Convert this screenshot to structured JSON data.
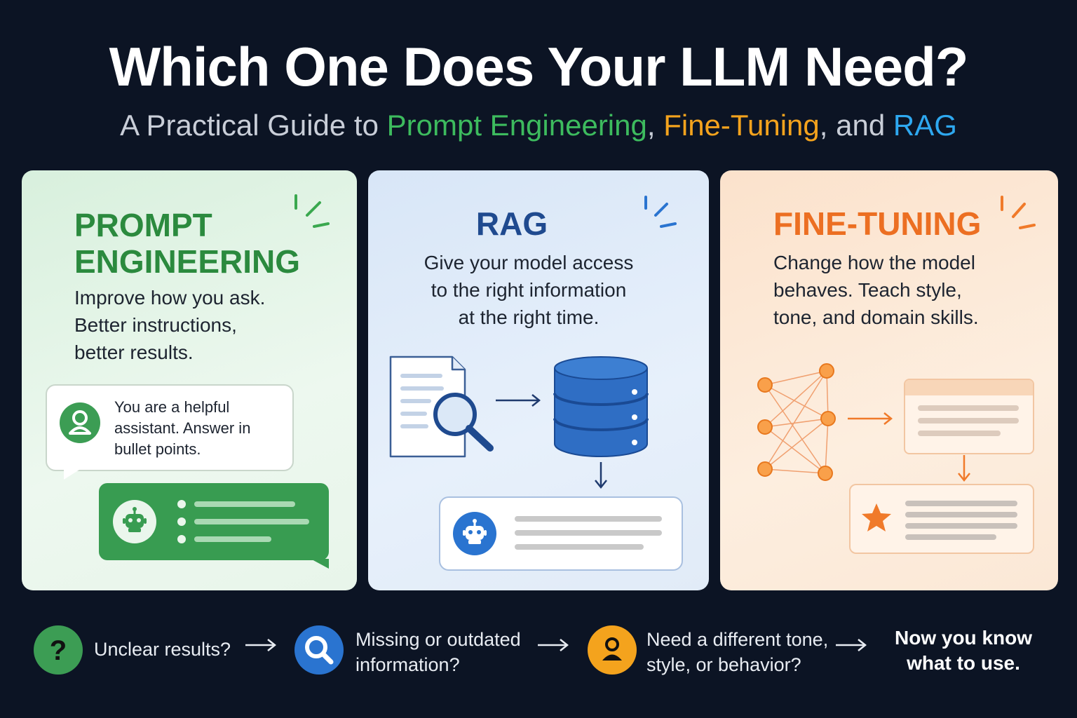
{
  "header": {
    "title": "Which One Does Your LLM Need?",
    "subtitle_lead": "A Practical Guide to ",
    "subtitle_prompt": "Prompt Engineering",
    "subtitle_comma1": ", ",
    "subtitle_finetune": "Fine-Tuning",
    "subtitle_and": ", and ",
    "subtitle_rag": "RAG"
  },
  "cards": {
    "prompt": {
      "title_line1": "PROMPT",
      "title_line2": "ENGINEERING",
      "desc_line1": "Improve how you ask.",
      "desc_line2": "Better instructions,",
      "desc_line3": "better results.",
      "bubble_line1": "You are a helpful",
      "bubble_line2": "assistant. Answer in",
      "bubble_line3": "bullet points.",
      "accent": "#2b8a3e"
    },
    "rag": {
      "title": "RAG",
      "desc_line1": "Give your model access",
      "desc_line2": "to the right information",
      "desc_line3": "at the right time.",
      "accent": "#1f4a8f"
    },
    "finetune": {
      "title": "FINE-TUNING",
      "desc_line1": "Change how the model",
      "desc_line2": "behaves. Teach style,",
      "desc_line3": "tone, and domain skills.",
      "accent": "#ec6f22"
    }
  },
  "flow": {
    "step1": "Unclear results?",
    "step2_line1": "Missing or outdated",
    "step2_line2": "information?",
    "step3_line1": "Need a different tone,",
    "step3_line2": "style, or behavior?",
    "final_line1": "Now you know",
    "final_line2": "what to use."
  }
}
